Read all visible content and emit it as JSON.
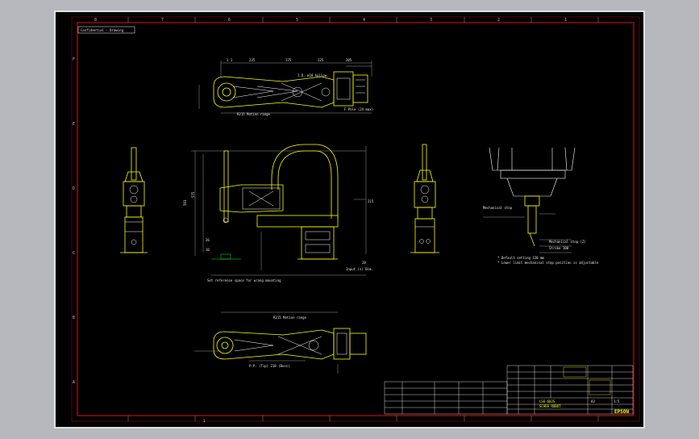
{
  "viewport": {
    "background": "#000000",
    "colors": {
      "frame": "#d01010",
      "outline": "#ffff00",
      "detail": "#ffffff",
      "dim": "#bfbfbf",
      "hidden": "#00ff00",
      "text": "#ffffff"
    }
  },
  "drawing": {
    "title_tag": "Confidential - Drawing",
    "col_ticks": [
      "8",
      "7",
      "6",
      "5",
      "4",
      "3",
      "2",
      "1"
    ],
    "row_ticks": [
      "F",
      "E",
      "D",
      "C",
      "B",
      "A"
    ],
    "top_view": {
      "dims_top": [
        "1 1",
        "235",
        "175",
        "225",
        "205"
      ],
      "notes": [
        "R215 Motion range",
        "I.D. ø18 hollow",
        "F Pole (J4 max)"
      ]
    },
    "front_view": {
      "dims": [
        "583",
        "575",
        "215",
        "26",
        "10",
        "28"
      ],
      "notes": [
        "Set reference space for wrong mounting",
        "Input (s) Dim."
      ]
    },
    "bottom_view": {
      "notes": [
        "P.P. (Tip) 218 (Boss)",
        "R215 Motion range"
      ]
    },
    "side_detail": {
      "notes": [
        "Mechanical stop",
        "Mechanical stop (Z)",
        "Stroke 100"
      ],
      "footnote_1": "* Default setting 120 mm",
      "footnote_2": "* Lower limit mechanical stop position is adjustable"
    },
    "title_block": {
      "company": "EPSON",
      "rows": [
        "LS6-602S",
        "SCARA ROBOT",
        "A3",
        "1:5"
      ]
    }
  }
}
